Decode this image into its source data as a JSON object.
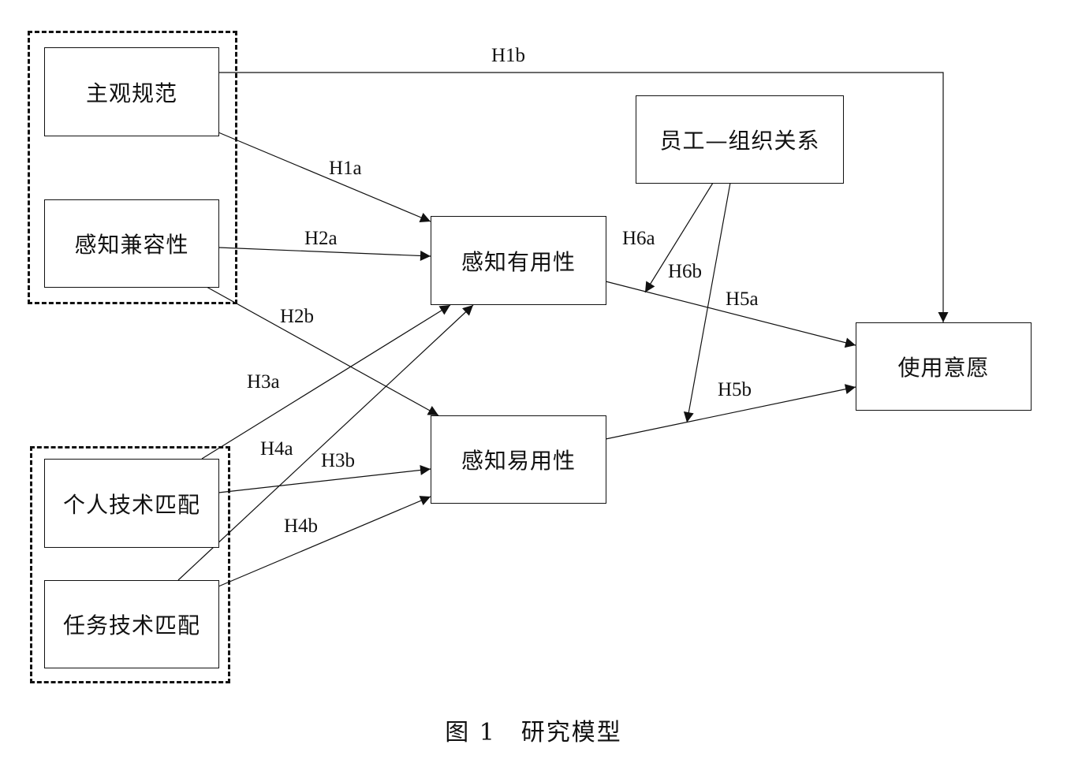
{
  "nodes": {
    "subjective_norm": "主观规范",
    "perceived_compatibility": "感知兼容性",
    "perceived_usefulness": "感知有用性",
    "perceived_ease_of_use": "感知易用性",
    "employee_org_relationship": "员工—组织关系",
    "usage_intention": "使用意愿",
    "individual_tech_fit": "个人技术匹配",
    "task_tech_fit": "任务技术匹配"
  },
  "edges": [
    {
      "id": "H1b",
      "label": "H1b",
      "from": "subjective_norm",
      "to": "usage_intention"
    },
    {
      "id": "H1a",
      "label": "H1a",
      "from": "subjective_norm",
      "to": "perceived_usefulness"
    },
    {
      "id": "H2a",
      "label": "H2a",
      "from": "perceived_compatibility",
      "to": "perceived_usefulness"
    },
    {
      "id": "H2b",
      "label": "H2b",
      "from": "perceived_compatibility",
      "to": "perceived_ease_of_use"
    },
    {
      "id": "H3a",
      "label": "H3a",
      "from": "individual_tech_fit",
      "to": "perceived_usefulness"
    },
    {
      "id": "H3b",
      "label": "H3b",
      "from": "individual_tech_fit",
      "to": "perceived_ease_of_use"
    },
    {
      "id": "H4a",
      "label": "H4a",
      "from": "task_tech_fit",
      "to": "perceived_usefulness"
    },
    {
      "id": "H4b",
      "label": "H4b",
      "from": "task_tech_fit",
      "to": "perceived_ease_of_use"
    },
    {
      "id": "H5a",
      "label": "H5a",
      "from": "perceived_usefulness",
      "to": "usage_intention"
    },
    {
      "id": "H5b",
      "label": "H5b",
      "from": "perceived_ease_of_use",
      "to": "usage_intention"
    },
    {
      "id": "H6a",
      "label": "H6a",
      "from": "employee_org_relationship",
      "to": "edge:H5a",
      "type": "moderation"
    },
    {
      "id": "H6b",
      "label": "H6b",
      "from": "employee_org_relationship",
      "to": "edge:H5b",
      "type": "moderation"
    }
  ],
  "labels": {
    "H1a": "H1a",
    "H1b": "H1b",
    "H2a": "H2a",
    "H2b": "H2b",
    "H3a": "H3a",
    "H3b": "H3b",
    "H4a": "H4a",
    "H4b": "H4b",
    "H5a": "H5a",
    "H5b": "H5b",
    "H6a": "H6a",
    "H6b": "H6b"
  },
  "caption": "图 1　研究模型"
}
